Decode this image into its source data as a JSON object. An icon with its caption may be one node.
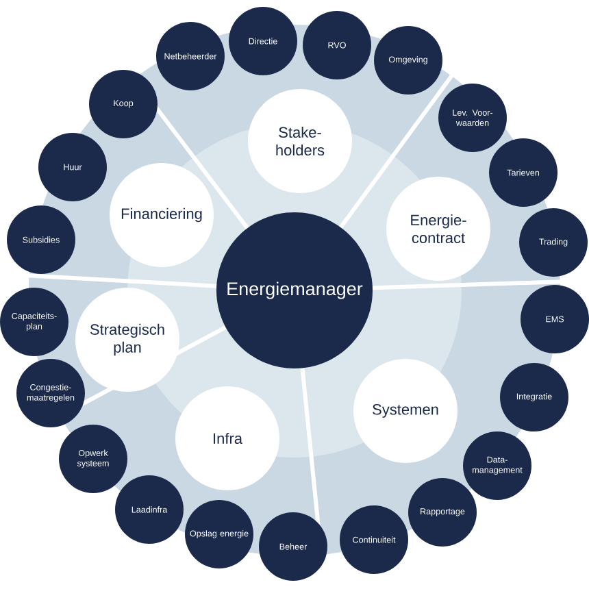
{
  "diagram": {
    "nodes": [
      {
        "text": [
          "Energiemanager"
        ]
      },
      {
        "text": [
          "Stake- holders"
        ]
      },
      {
        "text": [
          "Energie- contract"
        ]
      },
      {
        "text": [
          "Systemen"
        ]
      },
      {
        "text": [
          "Infra"
        ]
      },
      {
        "text": [
          "Strategisch plan"
        ]
      },
      {
        "text": [
          "Financiering"
        ]
      },
      {
        "text": [
          "Netbeheerder"
        ]
      },
      {
        "text": [
          "Directie"
        ]
      },
      {
        "text": [
          "RVO"
        ]
      },
      {
        "text": [
          "Omgeving"
        ]
      },
      {
        "text": [
          "Lev. Voor- waarden"
        ]
      },
      {
        "text": [
          "Tarieven"
        ]
      },
      {
        "text": [
          "Trading"
        ]
      },
      {
        "text": [
          "EMS"
        ]
      },
      {
        "text": [
          "Integratie"
        ]
      },
      {
        "text": [
          "Data- management"
        ]
      },
      {
        "text": [
          "Rapportage"
        ]
      },
      {
        "text": [
          "Continuiteit"
        ]
      },
      {
        "text": [
          "Beheer"
        ]
      },
      {
        "text": [
          "Opslag energie"
        ]
      },
      {
        "text": [
          "Laadinfra"
        ]
      },
      {
        "text": [
          "Opwerk systeem"
        ]
      },
      {
        "text": [
          "Congestie- maatregelen"
        ]
      },
      {
        "text": [
          "Capaciteits- plan"
        ]
      },
      {
        "text": [
          "Subsidies"
        ]
      },
      {
        "text": [
          "Huur"
        ]
      },
      {
        "text": [
          "Koop"
        ]
      }
    ]
  }
}
